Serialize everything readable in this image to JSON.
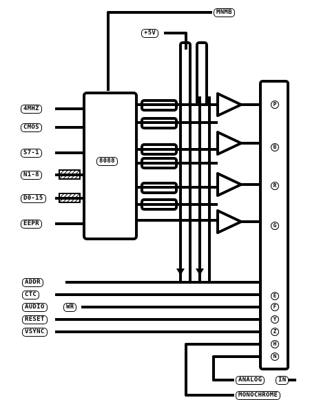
{
  "labels": {
    "top_right": "MNMB",
    "top_supply": "+5V",
    "left_1": "4MHZ",
    "left_2": "CMOS",
    "left_3": "S7-1",
    "left_4": "N1-8",
    "left_5": "D0-15",
    "left_6": "EEPR",
    "chip": "8088",
    "bus_1": "ADDR",
    "bus_2": "CTC",
    "bus_3": "AUDIO",
    "bus_3_tag": "WR",
    "bus_4": "RESET",
    "bus_5": "VSYNC",
    "bottom_1": "ANALOG",
    "bottom_1_tag": "IN",
    "bottom_2": "MONOCHROME"
  },
  "pins": [
    "P",
    "B",
    "R",
    "G",
    "E",
    "F",
    "Y",
    "Z",
    "H",
    "N"
  ],
  "colors": {
    "ink": "#000000",
    "paper": "#ffffff"
  }
}
